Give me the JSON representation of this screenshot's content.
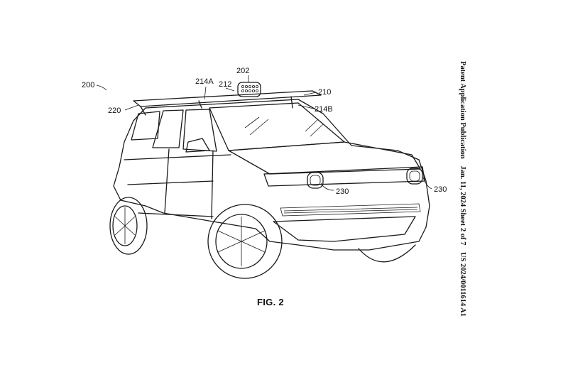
{
  "header": {
    "publication": "Patent Application Publication",
    "date_sheet": "Jan. 11, 2024  Sheet 2 of 7",
    "number": "US 2024/0011614 A1"
  },
  "figure": {
    "caption": "FIG. 2",
    "refs": {
      "r200": "200",
      "r202": "202",
      "r212": "212",
      "r214a": "214A",
      "r210": "210",
      "r214b": "214B",
      "r220": "220",
      "r230_left": "230",
      "r230_right": "230"
    }
  }
}
